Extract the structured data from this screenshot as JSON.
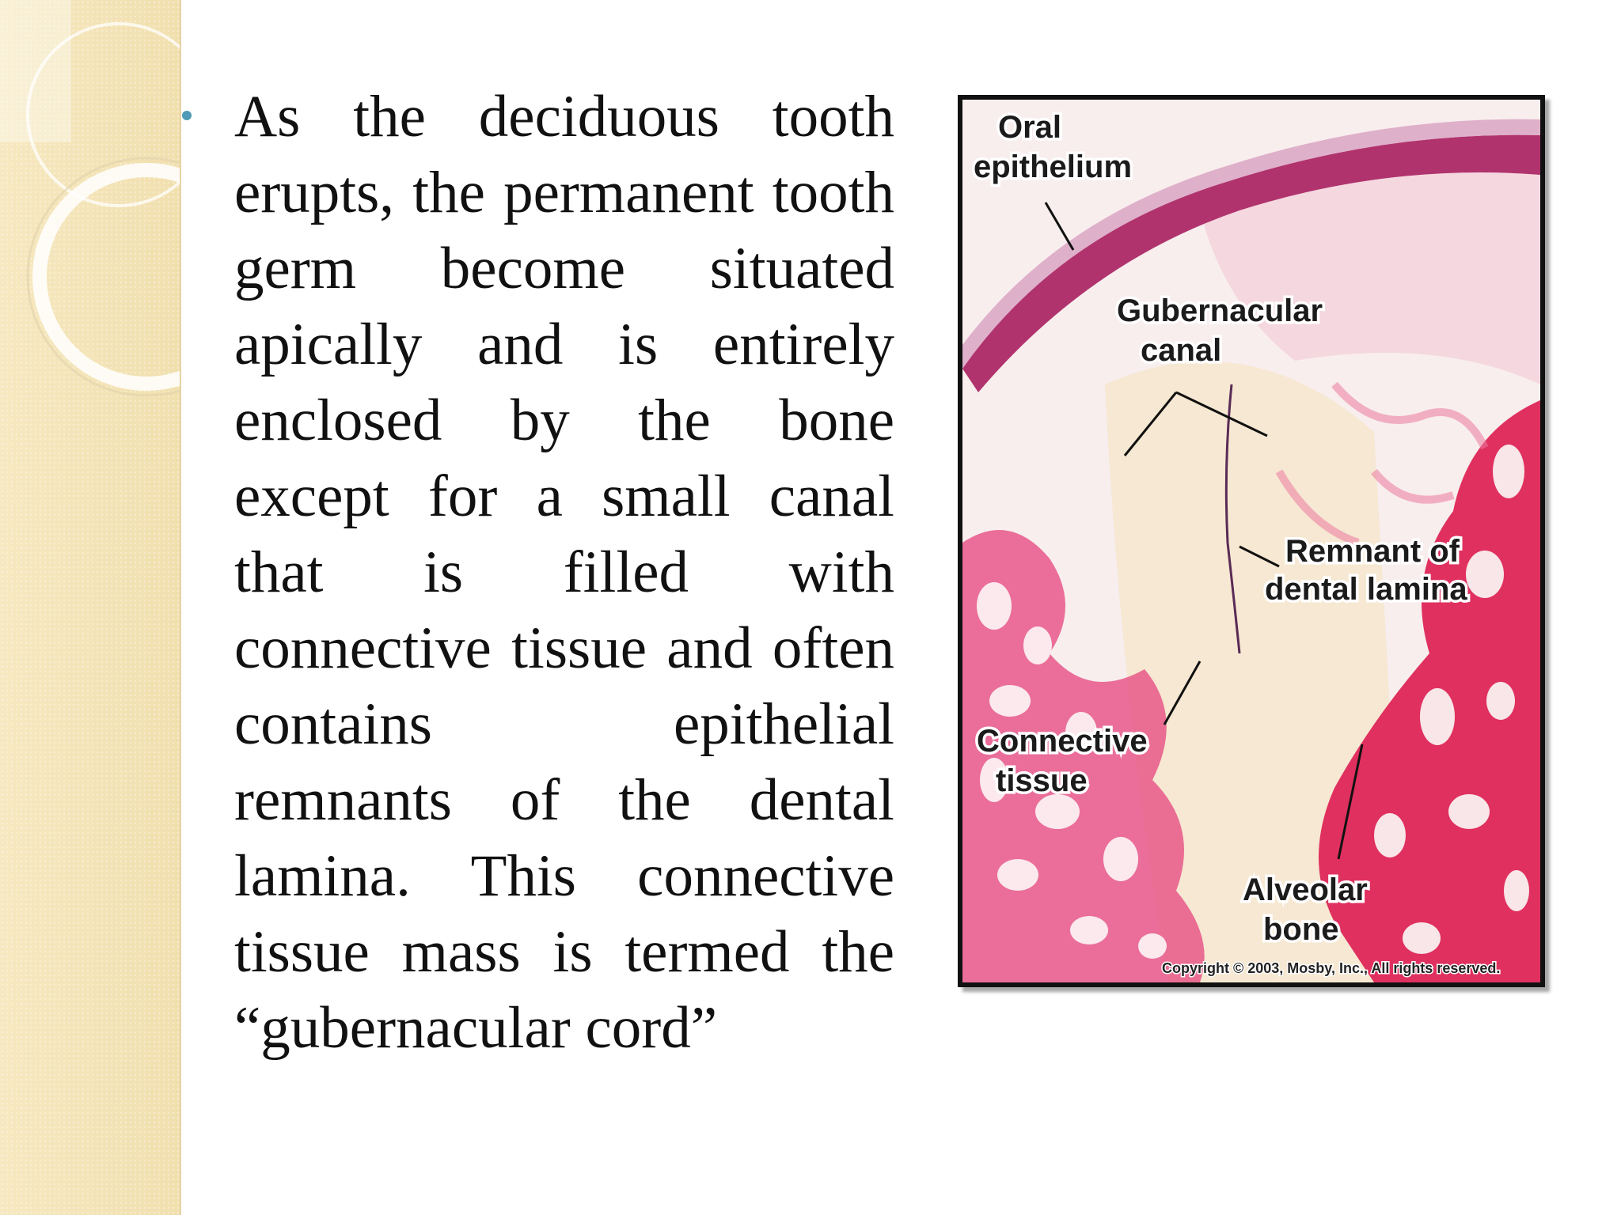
{
  "slide": {
    "bullet_text": "As the deciduous tooth erupts, the permanent tooth germ become situated apically and is entirely enclosed by the bone except for a small canal that is filled with connective tissue and often contains epithelial remnants of the dental lamina. This connective tissue mass is termed the “gubernacular cord”"
  },
  "figure": {
    "labels": {
      "oral_epithelium_1": "Oral",
      "oral_epithelium_2": "epithelium",
      "gubernacular_canal_1": "Gubernacular",
      "gubernacular_canal_2": "canal",
      "remnant_1": "Remnant of",
      "remnant_2": "dental lamina",
      "connective_1": "Connective",
      "connective_2": "tissue",
      "alveolar_1": "Alveolar",
      "alveolar_2": "bone"
    },
    "copyright": "Copyright © 2003, Mosby, Inc., All rights reserved."
  },
  "colors": {
    "sidebar": "#f3e3b6",
    "bullet": "#4f9ab6",
    "epithelium": "#b0336e",
    "bone": "#e23a6a",
    "tissue_bg": "#f7ecec"
  }
}
